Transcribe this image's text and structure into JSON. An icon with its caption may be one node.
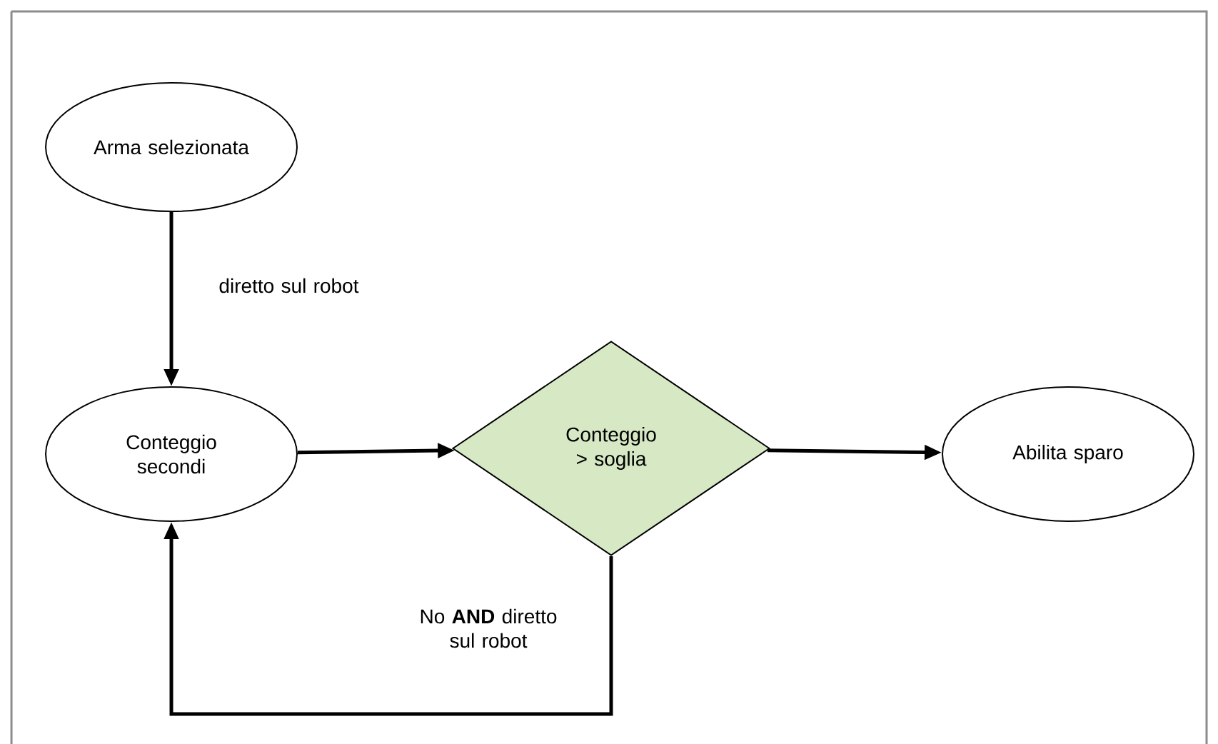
{
  "diagram": {
    "nodes": [
      {
        "text": [
          "Arma selezionata"
        ]
      },
      {
        "text": [
          "Conteggio secondi"
        ]
      },
      {
        "text": [
          "Conteggio > soglia"
        ]
      },
      {
        "text": [
          "Abilita sparo"
        ]
      }
    ],
    "edges": [
      {
        "from": 0,
        "to": 1,
        "arrow": "to",
        "label": "diretto sul robot"
      },
      {
        "from": 1,
        "to": 2,
        "arrow": "to"
      },
      {
        "from": 2,
        "to": 3,
        "arrow": "to"
      },
      {
        "from": 2,
        "to": 1,
        "arrow": "to",
        "label": "No **AND** diretto sul robot"
      }
    ]
  }
}
